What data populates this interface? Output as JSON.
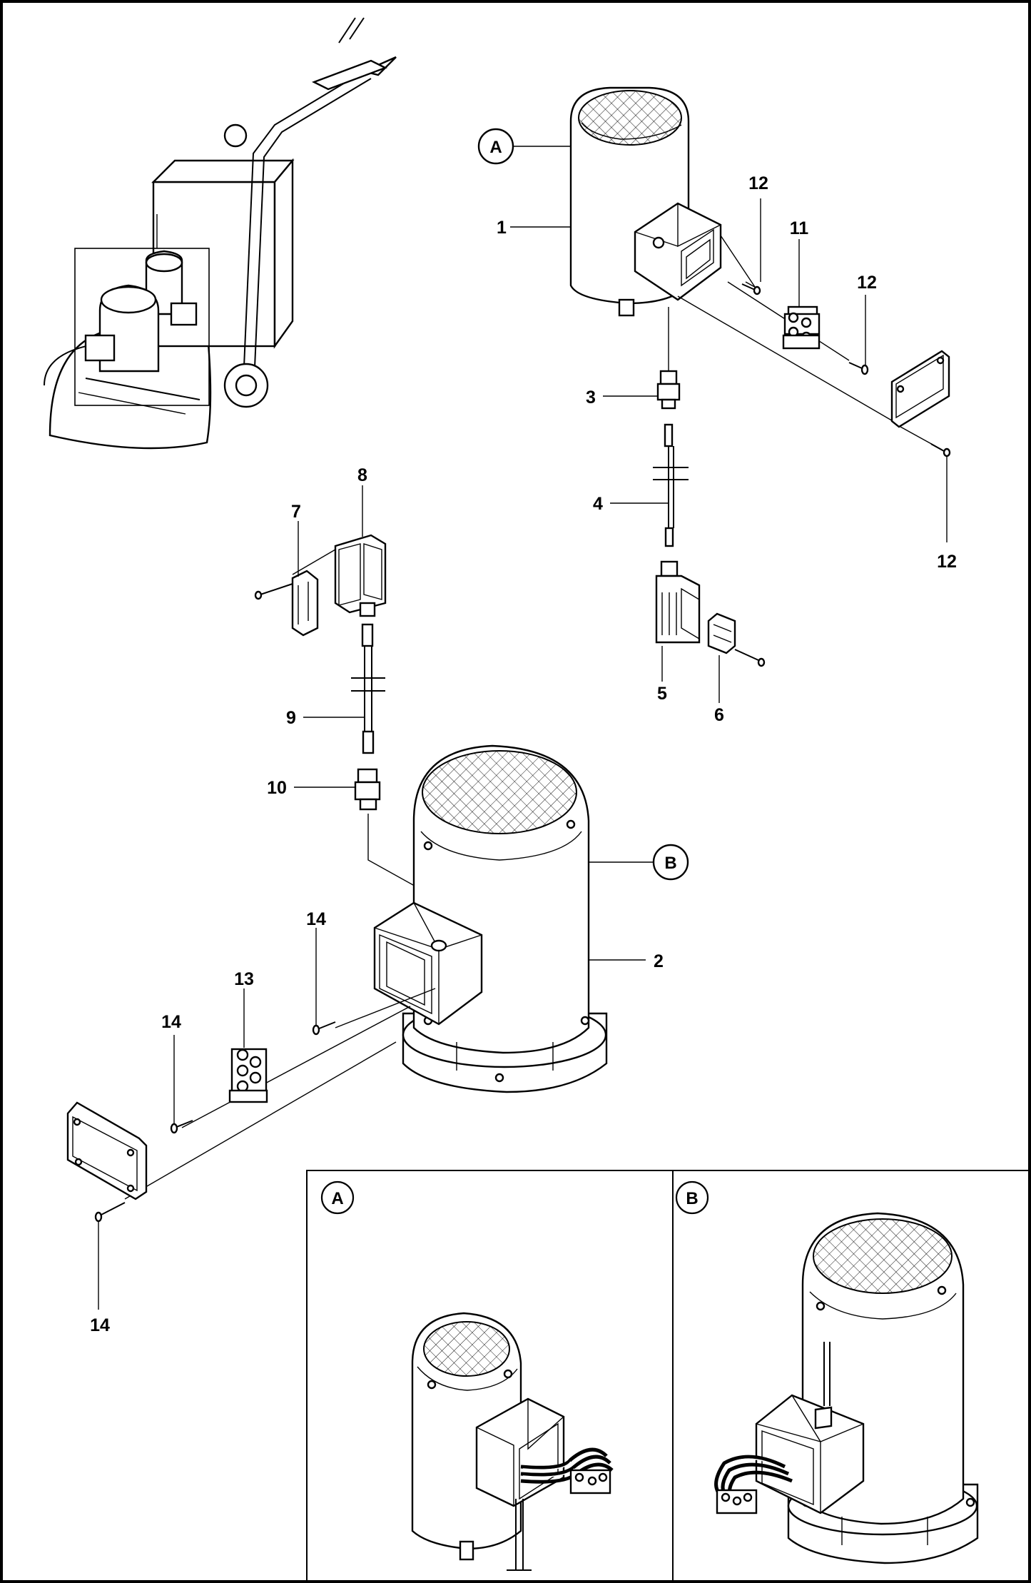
{
  "diagram": {
    "callouts": {
      "motor_a": "A",
      "motor_b": "B",
      "inset_a": "A",
      "inset_b": "B"
    },
    "labels": {
      "p1": "1",
      "p2": "2",
      "p3": "3",
      "p4": "4",
      "p5": "5",
      "p6": "6",
      "p7": "7",
      "p8": "8",
      "p9": "9",
      "p10": "10",
      "p11": "11",
      "p12a": "12",
      "p12b": "12",
      "p12c": "12",
      "p13": "13",
      "p14a": "14",
      "p14b": "14",
      "p14c": "14"
    },
    "colors": {
      "line": "#000000",
      "background": "#ffffff"
    }
  }
}
